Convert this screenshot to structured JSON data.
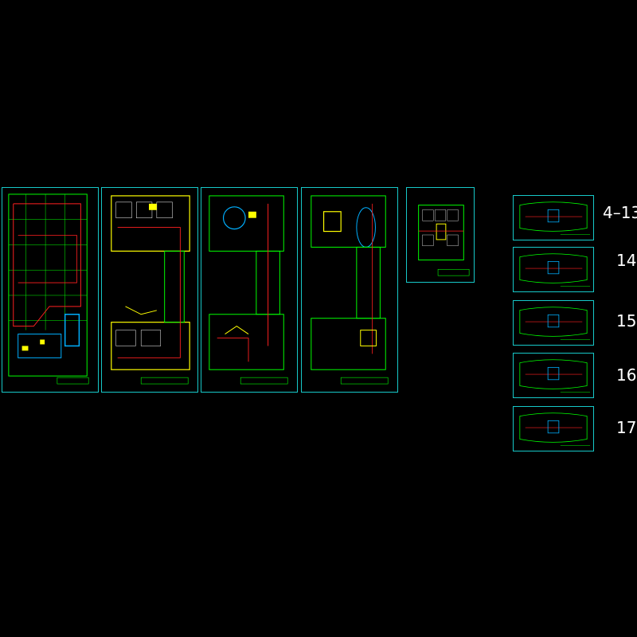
{
  "drawing": {
    "floor_labels": [
      "4–13",
      "14",
      "15",
      "16",
      "17"
    ],
    "colors": {
      "background": "#000000",
      "frame": "#17c9c9",
      "wall": "#00ff00",
      "pipe": "#ff2020",
      "equipment": "#ffff00",
      "duct": "#00b0ff",
      "room": "#ffffff"
    }
  }
}
